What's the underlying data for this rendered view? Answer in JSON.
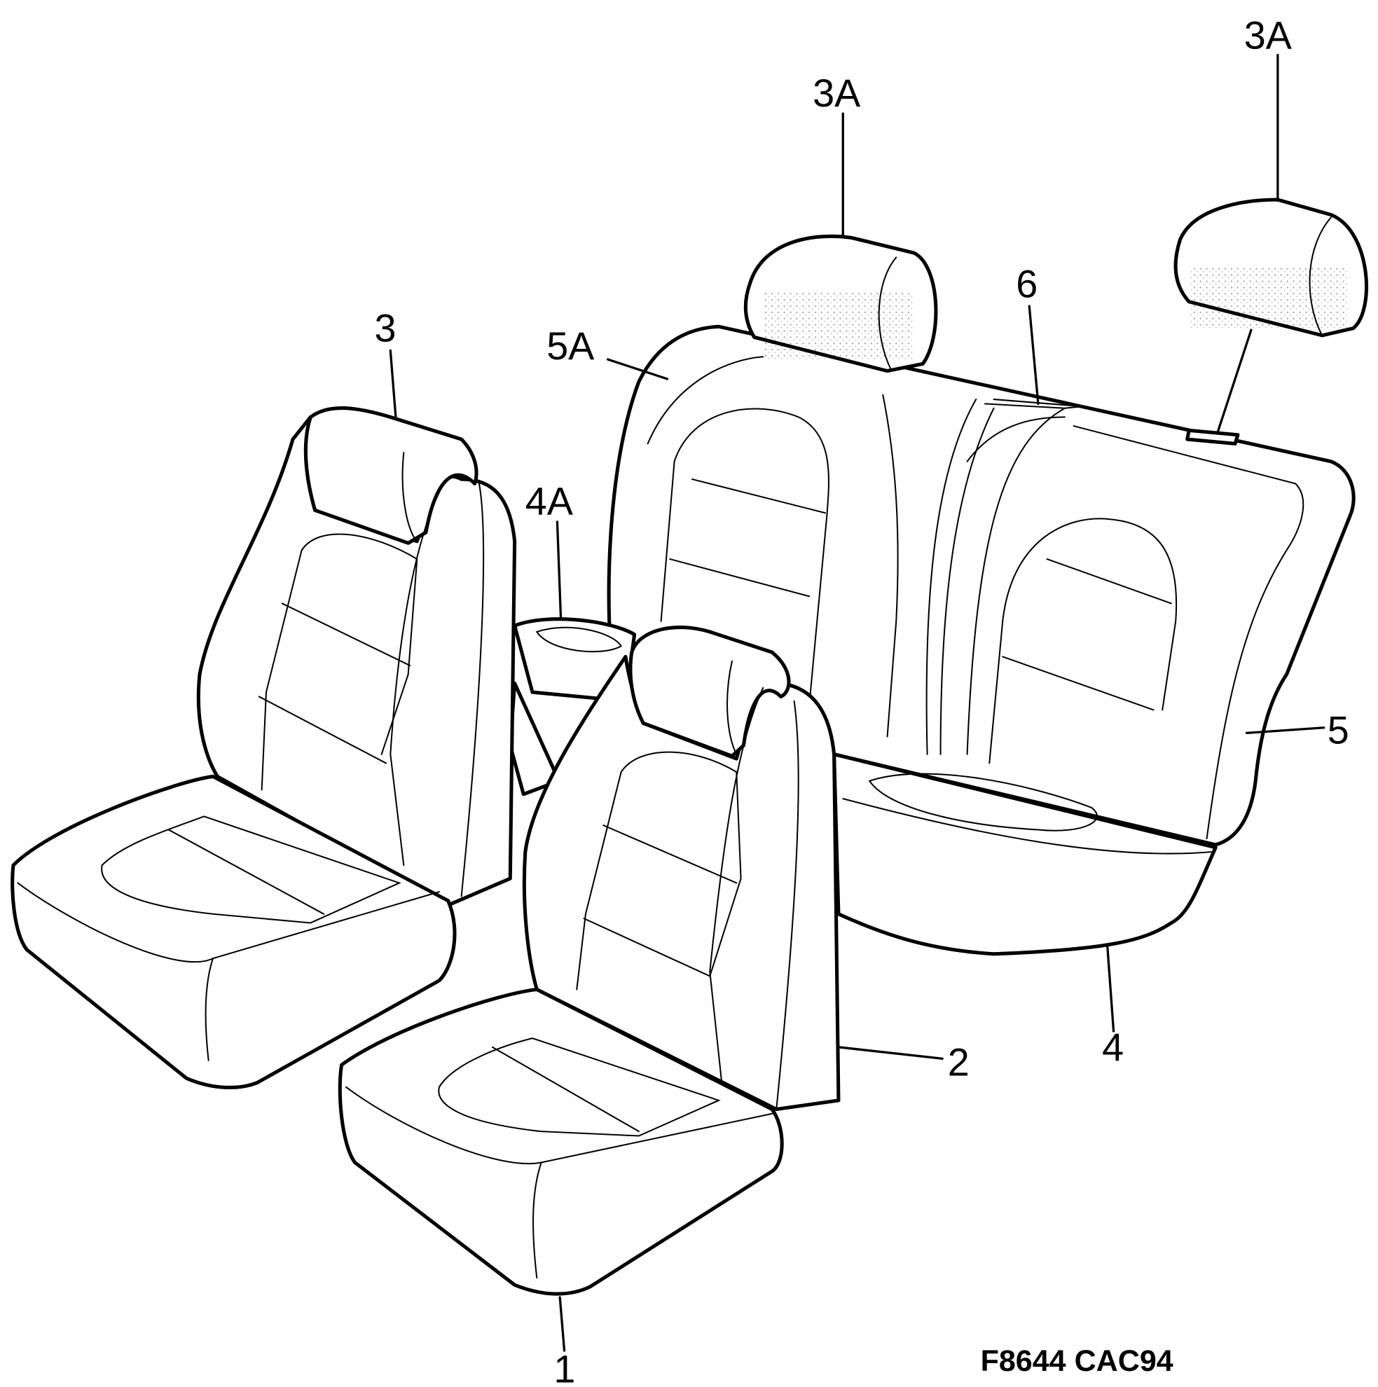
{
  "diagram": {
    "callouts": [
      {
        "id": "front-left-backrest",
        "label": "3"
      },
      {
        "id": "rear-headrest-left",
        "label": "3A"
      },
      {
        "id": "rear-headrest-right",
        "label": "3A"
      },
      {
        "id": "rear-backrest-left-side",
        "label": "5A"
      },
      {
        "id": "armrest",
        "label": "4A"
      },
      {
        "id": "center-panel",
        "label": "6"
      },
      {
        "id": "rear-backrest",
        "label": "5"
      },
      {
        "id": "front-right-backrest",
        "label": "2"
      },
      {
        "id": "rear-cushion",
        "label": "4"
      },
      {
        "id": "front-right-cushion",
        "label": "1"
      }
    ],
    "reference": "F8644 CAC94"
  }
}
